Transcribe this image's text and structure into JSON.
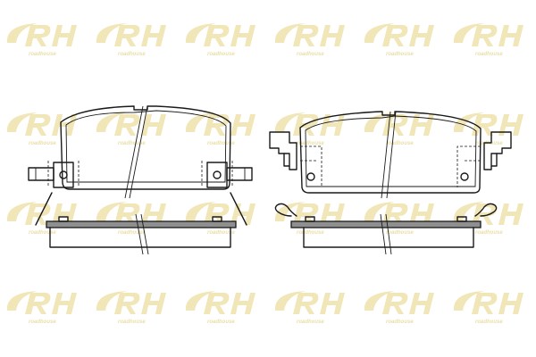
{
  "watermark": {
    "text": "roadhouse",
    "rows": 4,
    "cols": 6,
    "logo_color": "#f1e6b8",
    "text_color": "#e9dfa8"
  },
  "colors": {
    "line": "#1a1a1a",
    "backing_plate_fill": "#8f8f8f",
    "background": "#ffffff"
  }
}
